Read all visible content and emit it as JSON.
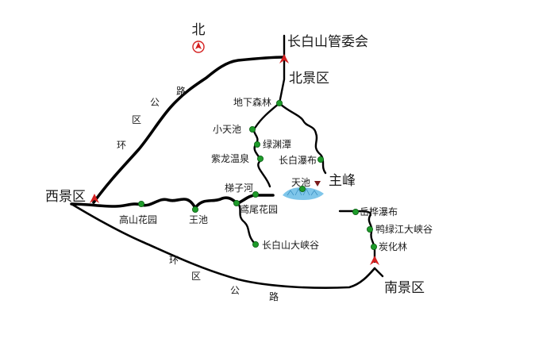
{
  "compass": {
    "label": "北"
  },
  "areas": {
    "west": "西景区",
    "north": "北景区",
    "south": "南景区",
    "committee": "长白山管委会",
    "peak": "主峰",
    "tianchi": "天池"
  },
  "ring_road": {
    "upper": [
      "环",
      "区",
      "公",
      "路"
    ],
    "lower": [
      "环",
      "区",
      "公",
      "路"
    ]
  },
  "north_spots": [
    "地下森林",
    "小天池",
    "绿渊潭",
    "紫龙温泉",
    "长白瀑布"
  ],
  "west_spots": [
    "高山花园",
    "王池",
    "梯子河",
    "鸢尾花园",
    "长白山大峡谷"
  ],
  "south_spots": [
    "岳桦瀑布",
    "鸭绿江大峡谷",
    "炭化林"
  ],
  "colors": {
    "spot": "#1e9b2a",
    "gate": "#d42020",
    "peak_marker": "#7a1a1a",
    "lake": "#7fc6ea"
  }
}
